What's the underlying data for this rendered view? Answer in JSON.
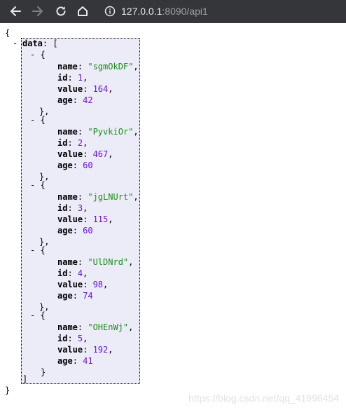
{
  "browser": {
    "url_host": "127.0.0.1",
    "url_rest": ":8090/api1"
  },
  "json_view": {
    "open_brace": "{",
    "close_brace": "}",
    "collapse_symbol": "-",
    "root_key": "data",
    "open_bracket": "[",
    "close_bracket": "]",
    "item_open": "{",
    "item_close_comma": "},",
    "item_close": "}",
    "field_keys": [
      "name",
      "id",
      "value",
      "age"
    ],
    "items": [
      {
        "name": "\"sgmOkDF\"",
        "id": "1",
        "value": "164",
        "age": "42"
      },
      {
        "name": "\"PyvkiOr\"",
        "id": "2",
        "value": "467",
        "age": "60"
      },
      {
        "name": "\"jgLNUrt\"",
        "id": "3",
        "value": "115",
        "age": "60"
      },
      {
        "name": "\"UlDNrd\"",
        "id": "4",
        "value": "98",
        "age": "74"
      },
      {
        "name": "\"OHEnWj\"",
        "id": "5",
        "value": "192",
        "age": "41"
      }
    ]
  },
  "watermark": "https://blog.csdn.net/qq_41996454",
  "colors": {
    "toolbar": "#35363a",
    "highlight": "#ecebf8",
    "string": "#1a8f1a",
    "number": "#6a14c8"
  }
}
